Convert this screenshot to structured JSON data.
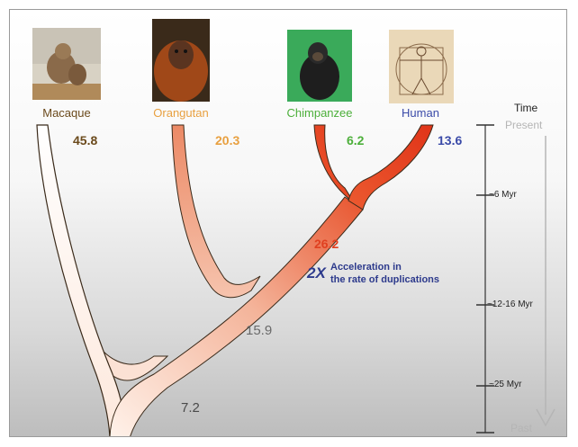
{
  "species": [
    {
      "name": "Macaque",
      "color": "#6b4a1c",
      "count": "45.8",
      "count_color": "#6b4a1c",
      "icon": "macaque-photo"
    },
    {
      "name": "Orangutan",
      "color": "#e8a040",
      "count": "20.3",
      "count_color": "#e8a040",
      "icon": "orangutan-photo"
    },
    {
      "name": "Chimpanzee",
      "color": "#4caf3a",
      "count": "6.2",
      "count_color": "#4caf3a",
      "icon": "chimpanzee-photo"
    },
    {
      "name": "Human",
      "color": "#3a4aa8",
      "count": "13.6",
      "count_color": "#3a4aa8",
      "icon": "vitruvian-man-drawing"
    }
  ],
  "nodes": {
    "human_chimp": {
      "value": "26.2",
      "color": "#e04020"
    },
    "great_ape": {
      "value": "15.9",
      "color": "#6a6a6a"
    },
    "root": {
      "value": "7.2",
      "color": "#4a4a4a"
    }
  },
  "annotation": {
    "factor": "2X",
    "line1": "Acceleration in",
    "line2": "the rate of duplications"
  },
  "timeline": {
    "title": "Time",
    "top_label": "Present",
    "bottom_label": "Past",
    "ticks": [
      "~6 Myr",
      "~12-16 Myr",
      "~25 Myr"
    ]
  }
}
